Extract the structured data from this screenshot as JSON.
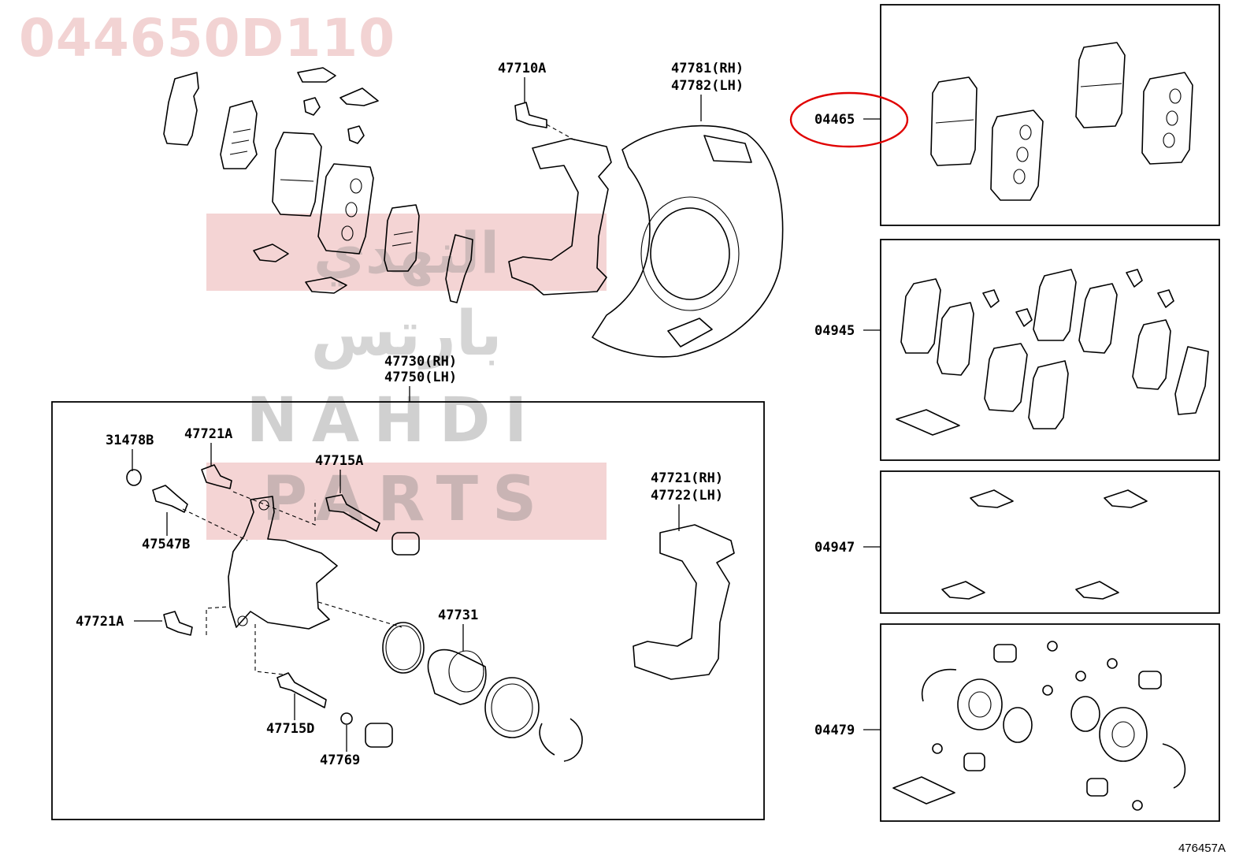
{
  "header": {
    "part_number": "044650D110"
  },
  "footer": {
    "figure_code": "476457A"
  },
  "labels": {
    "l47710a": "47710A",
    "l47781": "47781(RH)",
    "l47782": "47782(LH)",
    "l04465": "04465",
    "l04945": "04945",
    "l04947": "04947",
    "l04479": "04479",
    "l47730": "47730(RH)",
    "l47750": "47750(LH)",
    "l31478b": "31478B",
    "l47721a_top": "47721A",
    "l47715a": "47715A",
    "l47547b": "47547B",
    "l47721a_left": "47721A",
    "l47731": "47731",
    "l47715d": "47715D",
    "l47769": "47769",
    "l47721": "47721(RH)",
    "l47722": "47722(LH)"
  },
  "watermark": {
    "arabic_line1": "النهدي",
    "arabic_line2": "بارتس",
    "latin_line1": "NAHDI",
    "latin_line2": "PARTS"
  },
  "highlight": {
    "color": "#e00000",
    "target": "04465"
  },
  "colors": {
    "watermark_band": "#e9aaaa",
    "part_number": "#f2d3d3"
  }
}
